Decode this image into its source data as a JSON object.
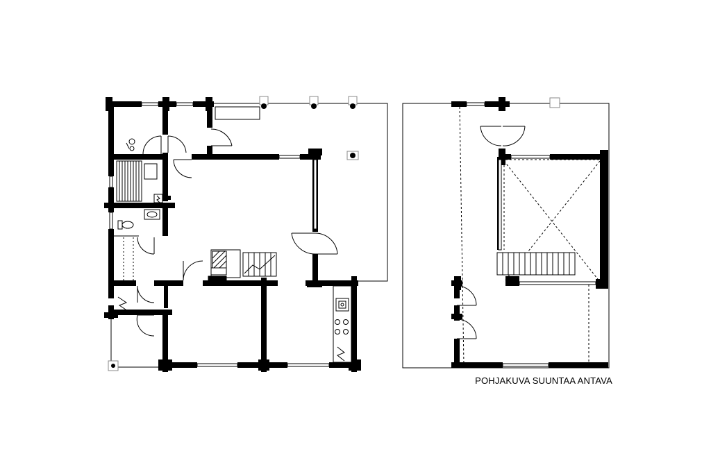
{
  "caption": "POHJAKUVA SUUNTAA ANTAVA",
  "colors": {
    "wall": "#000000",
    "line": "#000000",
    "background": "#ffffff"
  },
  "plans": [
    {
      "name": "ground-floor"
    },
    {
      "name": "loft-floor"
    }
  ],
  "symbols": [
    "toilet-icon",
    "washbasin-icon",
    "shower-icon",
    "stove-icon",
    "sink-icon",
    "fireplace-icon",
    "electric-panel-icon",
    "stairs",
    "door-swing"
  ]
}
